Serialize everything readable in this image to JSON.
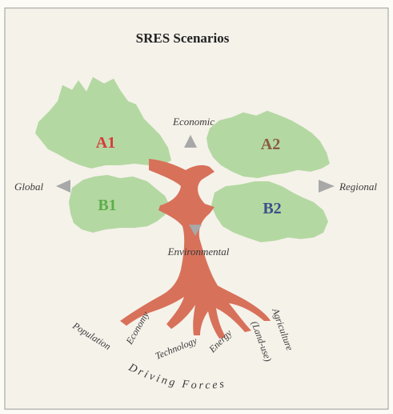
{
  "title": "SRES Scenarios",
  "scenarios": {
    "a1": "A1",
    "a2": "A2",
    "b1": "B1",
    "b2": "B2"
  },
  "axes": {
    "economic": "Economic",
    "environmental": "Environmental",
    "global": "Global",
    "regional": "Regional"
  },
  "driving_forces": {
    "label": "Driving Forces",
    "roots": {
      "population": "Population",
      "economy": "Economy",
      "technology": "Technology",
      "energy": "Energy",
      "agriculture": "Agriculture",
      "land_use": "(Land-use)"
    }
  },
  "colors": {
    "page_background": "#fdfbf6",
    "panel_background": "#f5f2ea",
    "panel_border": "#9b9b9b",
    "foliage": "#b4d8a2",
    "trunk": "#d8715a",
    "arrow": "#a8a8a8",
    "a_label": "#d83a3a",
    "b1_label": "#5dae4a",
    "b2_label": "#3c4f8a",
    "a2_label": "#8a5a45",
    "axis_text": "#3a3a3a"
  }
}
